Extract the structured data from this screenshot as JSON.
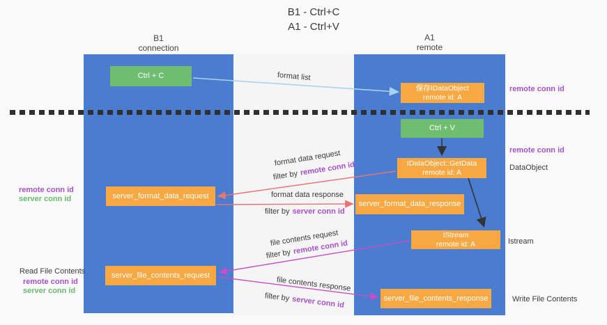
{
  "title": {
    "line1": "B1 - Ctrl+C",
    "line2": "A1 - Ctrl+V"
  },
  "lanes": {
    "left": {
      "title": "B1",
      "subtitle": "connection"
    },
    "right": {
      "title": "A1",
      "subtitle": "remote"
    }
  },
  "nodes": {
    "ctrl_c": "Ctrl + C",
    "ctrl_v": "Ctrl + V",
    "save_idataobject_line1": "保存IDataObject",
    "save_idataobject_line2": "remote id: A",
    "getdata_line1": "IDataObject::GetData",
    "getdata_line2": "remote id: A",
    "istream_line1": "IStream",
    "istream_line2": "remote id: A",
    "server_format_data_request": "server_format_data_request",
    "server_format_data_response": "server_format_data_response",
    "server_file_contents_request": "server_file_contents_request",
    "server_file_contents_response": "server_file_contents_response"
  },
  "edge_labels": {
    "format_list": "format list",
    "format_data_request": "format data request",
    "format_data_response": "format data response",
    "file_contents_request": "file contents request",
    "file_contents_response": "file contents response",
    "filter_by": "filter by",
    "remote_conn_id": "remote conn id",
    "server_conn_id": "server conn id"
  },
  "side_labels": {
    "remote_conn_id": "remote conn id",
    "server_conn_id": "server conn id",
    "dataobject": "DataObject",
    "istream": "Istream",
    "read_file_contents": "Read File Contents",
    "write_file_contents": "Write File Contents"
  },
  "colors": {
    "lane_blue": "#4a7dd0",
    "box_green": "#6fbe70",
    "box_orange": "#f8a842",
    "arrow_red": "#e87474",
    "arrow_magenta": "#c44fc8",
    "arrow_lightblue": "#a8d2f0",
    "arrow_black": "#333333",
    "text_purple": "#a651c8",
    "text_green": "#67bb6a",
    "background": "#fafafa"
  }
}
